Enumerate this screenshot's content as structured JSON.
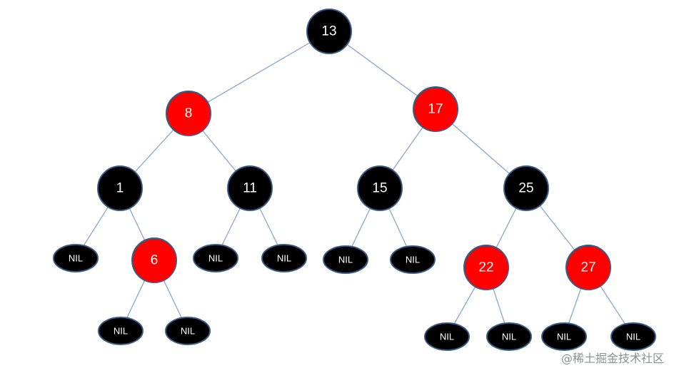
{
  "colors": {
    "black_node": "#000000",
    "red_node": "#ff0000",
    "node_border": "#3a5a86",
    "edge": "#8aa5c8",
    "label": "#ffffff"
  },
  "nodes": [
    {
      "id": "n13",
      "label": "13",
      "color": "black",
      "kind": "key"
    },
    {
      "id": "n8",
      "label": "8",
      "color": "red",
      "kind": "key"
    },
    {
      "id": "n17",
      "label": "17",
      "color": "red",
      "kind": "key"
    },
    {
      "id": "n1",
      "label": "1",
      "color": "black",
      "kind": "key"
    },
    {
      "id": "n11",
      "label": "11",
      "color": "black",
      "kind": "key"
    },
    {
      "id": "n15",
      "label": "15",
      "color": "black",
      "kind": "key"
    },
    {
      "id": "n25",
      "label": "25",
      "color": "black",
      "kind": "key"
    },
    {
      "id": "nil1a",
      "label": "NIL",
      "color": "black",
      "kind": "nil"
    },
    {
      "id": "n6",
      "label": "6",
      "color": "red",
      "kind": "key"
    },
    {
      "id": "nil11a",
      "label": "NIL",
      "color": "black",
      "kind": "nil"
    },
    {
      "id": "nil11b",
      "label": "NIL",
      "color": "black",
      "kind": "nil"
    },
    {
      "id": "nil15a",
      "label": "NIL",
      "color": "black",
      "kind": "nil"
    },
    {
      "id": "nil15b",
      "label": "NIL",
      "color": "black",
      "kind": "nil"
    },
    {
      "id": "n22",
      "label": "22",
      "color": "red",
      "kind": "key"
    },
    {
      "id": "n27",
      "label": "27",
      "color": "red",
      "kind": "key"
    },
    {
      "id": "nil6a",
      "label": "NIL",
      "color": "black",
      "kind": "nil"
    },
    {
      "id": "nil6b",
      "label": "NIL",
      "color": "black",
      "kind": "nil"
    },
    {
      "id": "nil22a",
      "label": "NIL",
      "color": "black",
      "kind": "nil"
    },
    {
      "id": "nil22b",
      "label": "NIL",
      "color": "black",
      "kind": "nil"
    },
    {
      "id": "nil27a",
      "label": "NIL",
      "color": "black",
      "kind": "nil"
    },
    {
      "id": "nil27b",
      "label": "NIL",
      "color": "black",
      "kind": "nil"
    }
  ],
  "edges": [
    [
      "n13",
      "n8"
    ],
    [
      "n13",
      "n17"
    ],
    [
      "n8",
      "n1"
    ],
    [
      "n8",
      "n11"
    ],
    [
      "n17",
      "n15"
    ],
    [
      "n17",
      "n25"
    ],
    [
      "n1",
      "nil1a"
    ],
    [
      "n1",
      "n6"
    ],
    [
      "n11",
      "nil11a"
    ],
    [
      "n11",
      "nil11b"
    ],
    [
      "n15",
      "nil15a"
    ],
    [
      "n15",
      "nil15b"
    ],
    [
      "n25",
      "n22"
    ],
    [
      "n25",
      "n27"
    ],
    [
      "n6",
      "nil6a"
    ],
    [
      "n6",
      "nil6b"
    ],
    [
      "n22",
      "nil22a"
    ],
    [
      "n22",
      "nil22b"
    ],
    [
      "n27",
      "nil27a"
    ],
    [
      "n27",
      "nil27b"
    ]
  ],
  "watermark": "@稀土掘金技术社区"
}
